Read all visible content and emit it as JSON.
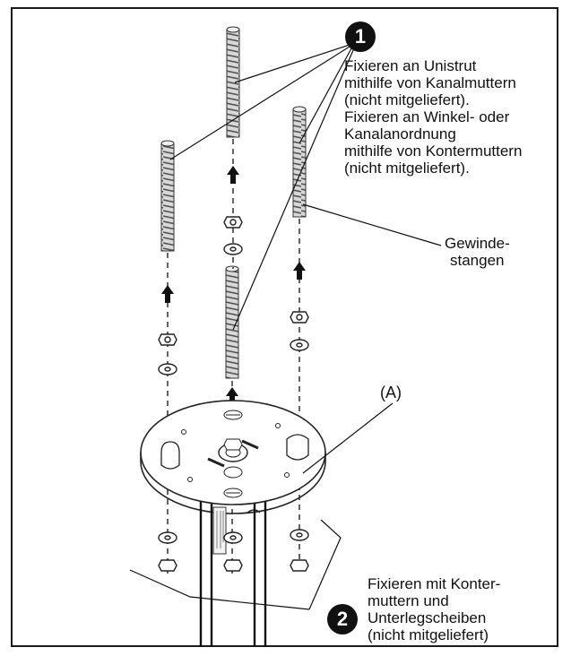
{
  "callout_1": {
    "number": "1",
    "lines": [
      "Fixieren an Unistrut",
      "mithilfe von Kanalmuttern",
      "(nicht mitgeliefert).",
      "Fixieren an Winkel- oder",
      "Kanalanordnung",
      "mithilfe von Kontermuttern",
      "(nicht mitgeliefert)."
    ]
  },
  "rods_label": {
    "lines": [
      "Gewinde-",
      "stangen"
    ]
  },
  "plate_label": "(A)",
  "callout_2": {
    "number": "2",
    "lines": [
      "Fixieren mit Konter-",
      "muttern und",
      "Unterlegscheiben",
      "(nicht mitgeliefert)"
    ]
  }
}
